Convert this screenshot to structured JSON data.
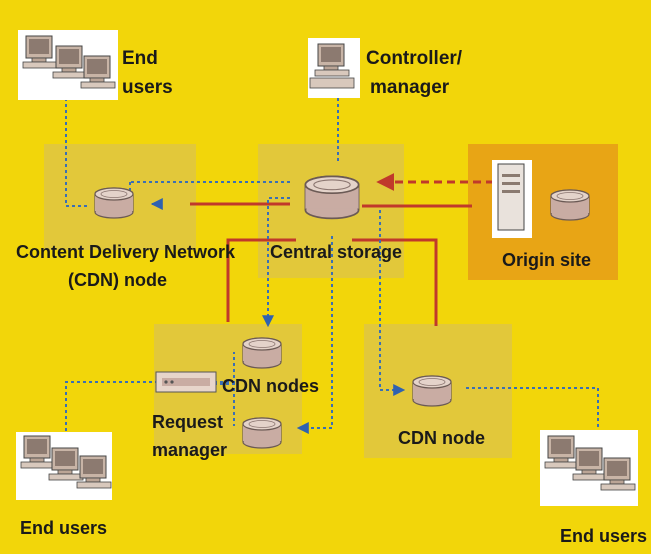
{
  "colors": {
    "background": "#f2d60a",
    "panel": "#e0c638",
    "origin_panel": "#e8a212",
    "solid_link": "#c0392b",
    "dashed_link": "#3a6fb5",
    "origin_arrow": "#c0392b"
  },
  "labels": {
    "top_end_users": [
      "End",
      "users"
    ],
    "controller": [
      "Controller/",
      "manager"
    ],
    "cdn_node_left": [
      "Content Delivery Network",
      "(CDN) node"
    ],
    "central_storage": "Central storage",
    "origin_site": "Origin site",
    "cdn_nodes": "CDN nodes",
    "request_manager": [
      "Request",
      "manager"
    ],
    "cdn_node_right": "CDN node",
    "bottom_left_end_users": "End users",
    "bottom_right_end_users": "End users"
  },
  "icons": {
    "end_user_group": "computer-cluster-icon",
    "controller": "desktop-computer-icon",
    "cache": "storage-disk-icon",
    "server": "server-tower-icon",
    "router": "request-router-icon"
  }
}
